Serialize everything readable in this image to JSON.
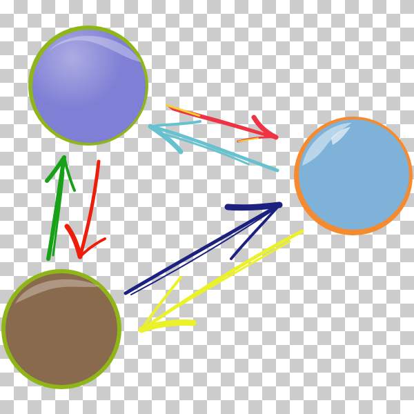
{
  "nodes": [
    {
      "id": "purple",
      "fill": "#7f7fd5",
      "rim": "#8fb519"
    },
    {
      "id": "blue",
      "fill": "#7fb2d9",
      "rim": "#f58a2e"
    },
    {
      "id": "brown",
      "fill": "#8a6a4c",
      "rim": "#8fb519"
    }
  ],
  "arrows": [
    {
      "id": "purple-to-blue",
      "color": "#ee3344"
    },
    {
      "id": "blue-to-purple",
      "color": "#66c2cf"
    },
    {
      "id": "brown-to-purple",
      "color": "#16a116"
    },
    {
      "id": "purple-to-brown",
      "color": "#ee1d0a"
    },
    {
      "id": "brown-to-blue",
      "color": "#1c217f"
    },
    {
      "id": "blue-to-brown",
      "color": "#ecf229"
    }
  ]
}
